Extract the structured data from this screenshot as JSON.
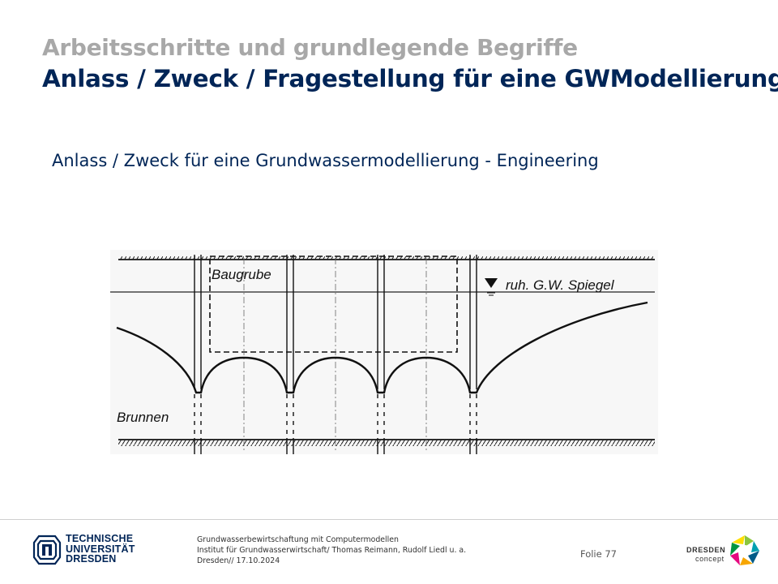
{
  "header": {
    "supertitle": "Arbeitsschritte und grundlegende Begriffe",
    "title": "Anlass / Zweck / Fragestellung für eine GWModellierung"
  },
  "content": {
    "bullet": "Anlass / Zweck für eine Grundwassermodellierung - Engineering"
  },
  "figure": {
    "label_baugrube": "Baugrube",
    "label_spiegel": "ruh. G.W. Spiegel",
    "label_brunnen": "Brunnen"
  },
  "footer": {
    "university_line1": "TECHNISCHE",
    "university_line2": "UNIVERSITÄT",
    "university_line3": "DRESDEN",
    "info_line1": "Grundwasserbewirtschaftung mit Computermodellen",
    "info_line2": "Institut für Grundwasserwirtschaft/ Thomas Reimann, Rudolf Liedl u. a.",
    "info_line3": "Dresden// 17.10.2024",
    "folie": "Folie 77",
    "partner_line1": "DRESDEN",
    "partner_line2": "concept"
  },
  "colors": {
    "title": "#002557",
    "supertitle": "#a8a8a8",
    "text": "#333333"
  }
}
